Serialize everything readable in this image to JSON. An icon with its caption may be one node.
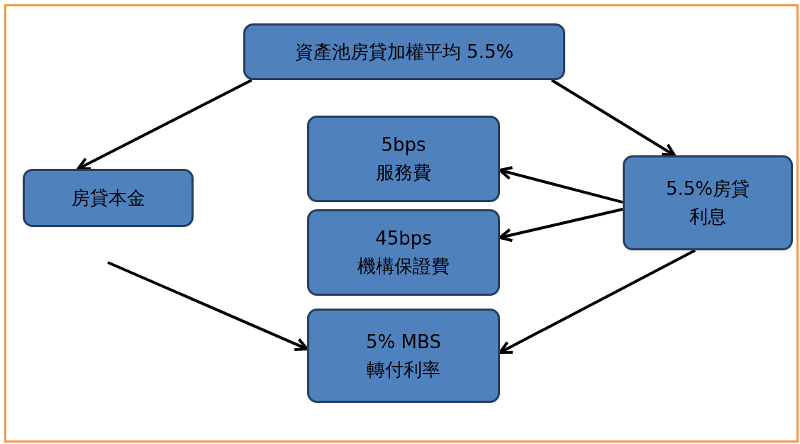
{
  "diagram": {
    "nodes": [
      {
        "text": [
          "資產池房貸加權平均 5.5%"
        ]
      },
      {
        "text": [
          "房貸本金"
        ]
      },
      {
        "text": [
          "5bps",
          "服務費"
        ]
      },
      {
        "text": [
          "5.5%房貸利息"
        ]
      },
      {
        "text": [
          "45bps",
          "機構保證費"
        ]
      },
      {
        "text": [
          "5% MBS",
          "轉付利率"
        ]
      }
    ],
    "edges": [
      {
        "from": 0,
        "to": 1,
        "arrow": "to"
      },
      {
        "from": 0,
        "to": 3,
        "arrow": "to"
      },
      {
        "from": 3,
        "to": 2,
        "arrow": "to"
      },
      {
        "from": 3,
        "to": 4,
        "arrow": "to"
      },
      {
        "from": 3,
        "to": 5,
        "arrow": "to"
      },
      {
        "from": null,
        "to": 5,
        "arrow": "to"
      }
    ]
  }
}
